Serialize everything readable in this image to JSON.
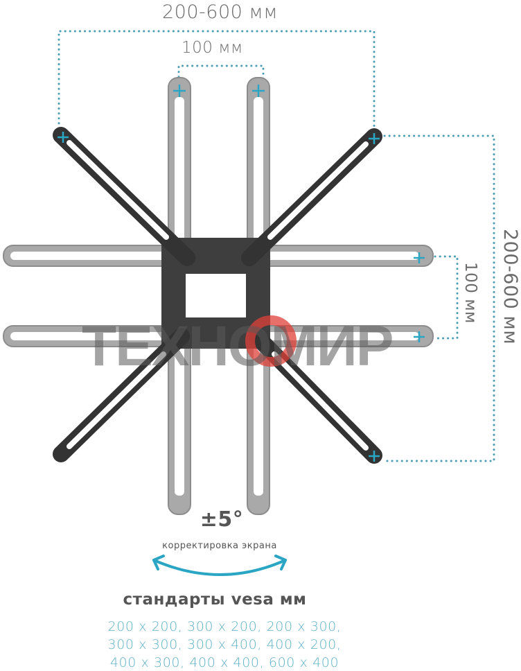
{
  "dimensions": {
    "top_wide": "200-600 мм",
    "top_narrow": "100 мм",
    "right_wide": "200-600 мм",
    "right_narrow": "100 мм"
  },
  "tilt": {
    "value": "±5°",
    "caption": "корректировка экрана"
  },
  "standards": {
    "title": "стандарты vesa мм",
    "lines": [
      "200 x 200, 300 x 200, 200 x 300,",
      "300 x 300, 300 x 400, 400 x 200,",
      "400 x 300, 400 x 400, 600 x 400"
    ]
  },
  "watermark": "ТЕХНОМИР",
  "colors": {
    "accent": "#2aa6c4",
    "dim_line": "#4a9db3",
    "arm_dark": "#3a3a3a",
    "arm_light": "#a8a8a8",
    "text_gray": "#6b6b6b",
    "watermark_red": "#e0403a"
  }
}
